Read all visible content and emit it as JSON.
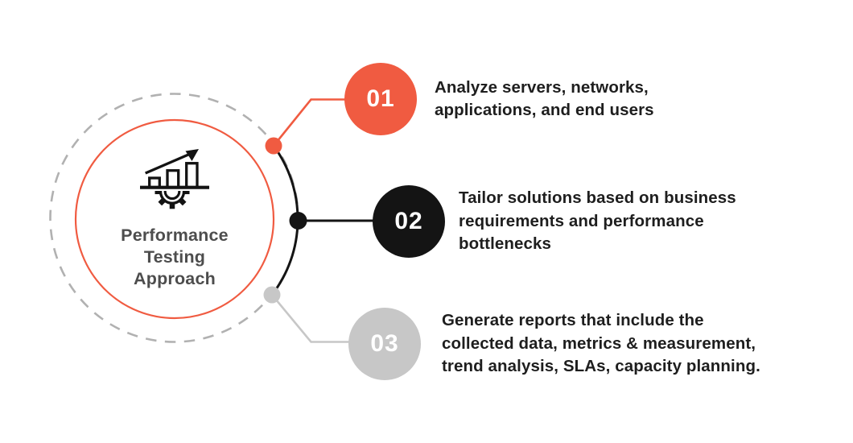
{
  "palette": {
    "orange": "#F05B41",
    "black": "#141414",
    "gray": "#C7C7C7",
    "dashed_gray": "#B1B1B1",
    "hub_title_text": "#4D4D4D",
    "step_text": "#1E1E1E",
    "icon_stroke": "#131313",
    "white": "#FFFFFF"
  },
  "center": {
    "title_lines": [
      "Performance",
      "Testing",
      "Approach"
    ],
    "icon": "growth-chart-gear-icon"
  },
  "steps": [
    {
      "number": "01",
      "color": "#F05B41",
      "text_lines": [
        "Analyze servers, networks,",
        "applications, and end users"
      ]
    },
    {
      "number": "02",
      "color": "#141414",
      "text_lines": [
        "Tailor solutions based on business",
        "requirements and performance",
        "bottlenecks"
      ]
    },
    {
      "number": "03",
      "color": "#C7C7C7",
      "text_lines": [
        "Generate reports that include the",
        "collected data, metrics & measurement,",
        "trend analysis, SLAs, capacity planning."
      ]
    }
  ]
}
